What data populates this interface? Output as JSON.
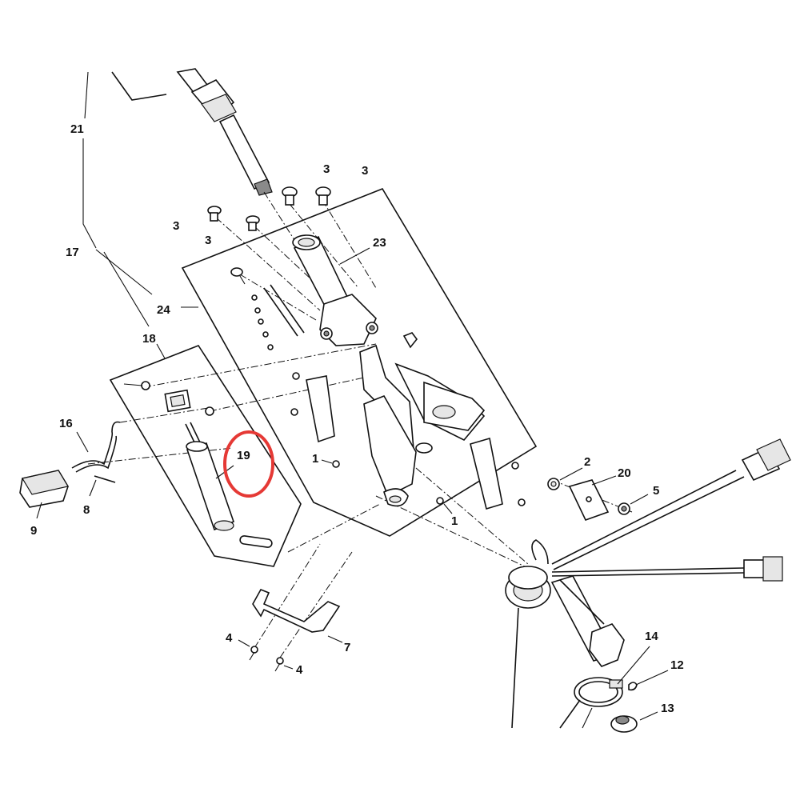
{
  "callouts": {
    "c1a": "1",
    "c1b": "1",
    "c2": "2",
    "c3a": "3",
    "c3b": "3",
    "c3c": "3",
    "c3d": "3",
    "c4a": "4",
    "c4b": "4",
    "c5": "5",
    "c7": "7",
    "c8": "8",
    "c9": "9",
    "c12": "12",
    "c13": "13",
    "c14": "14",
    "c16": "16",
    "c17": "17",
    "c18": "18",
    "c19": "19",
    "c20": "20",
    "c21": "21",
    "c23": "23",
    "c24": "24"
  },
  "highlight": {
    "target": "19",
    "color": "#e53935"
  }
}
